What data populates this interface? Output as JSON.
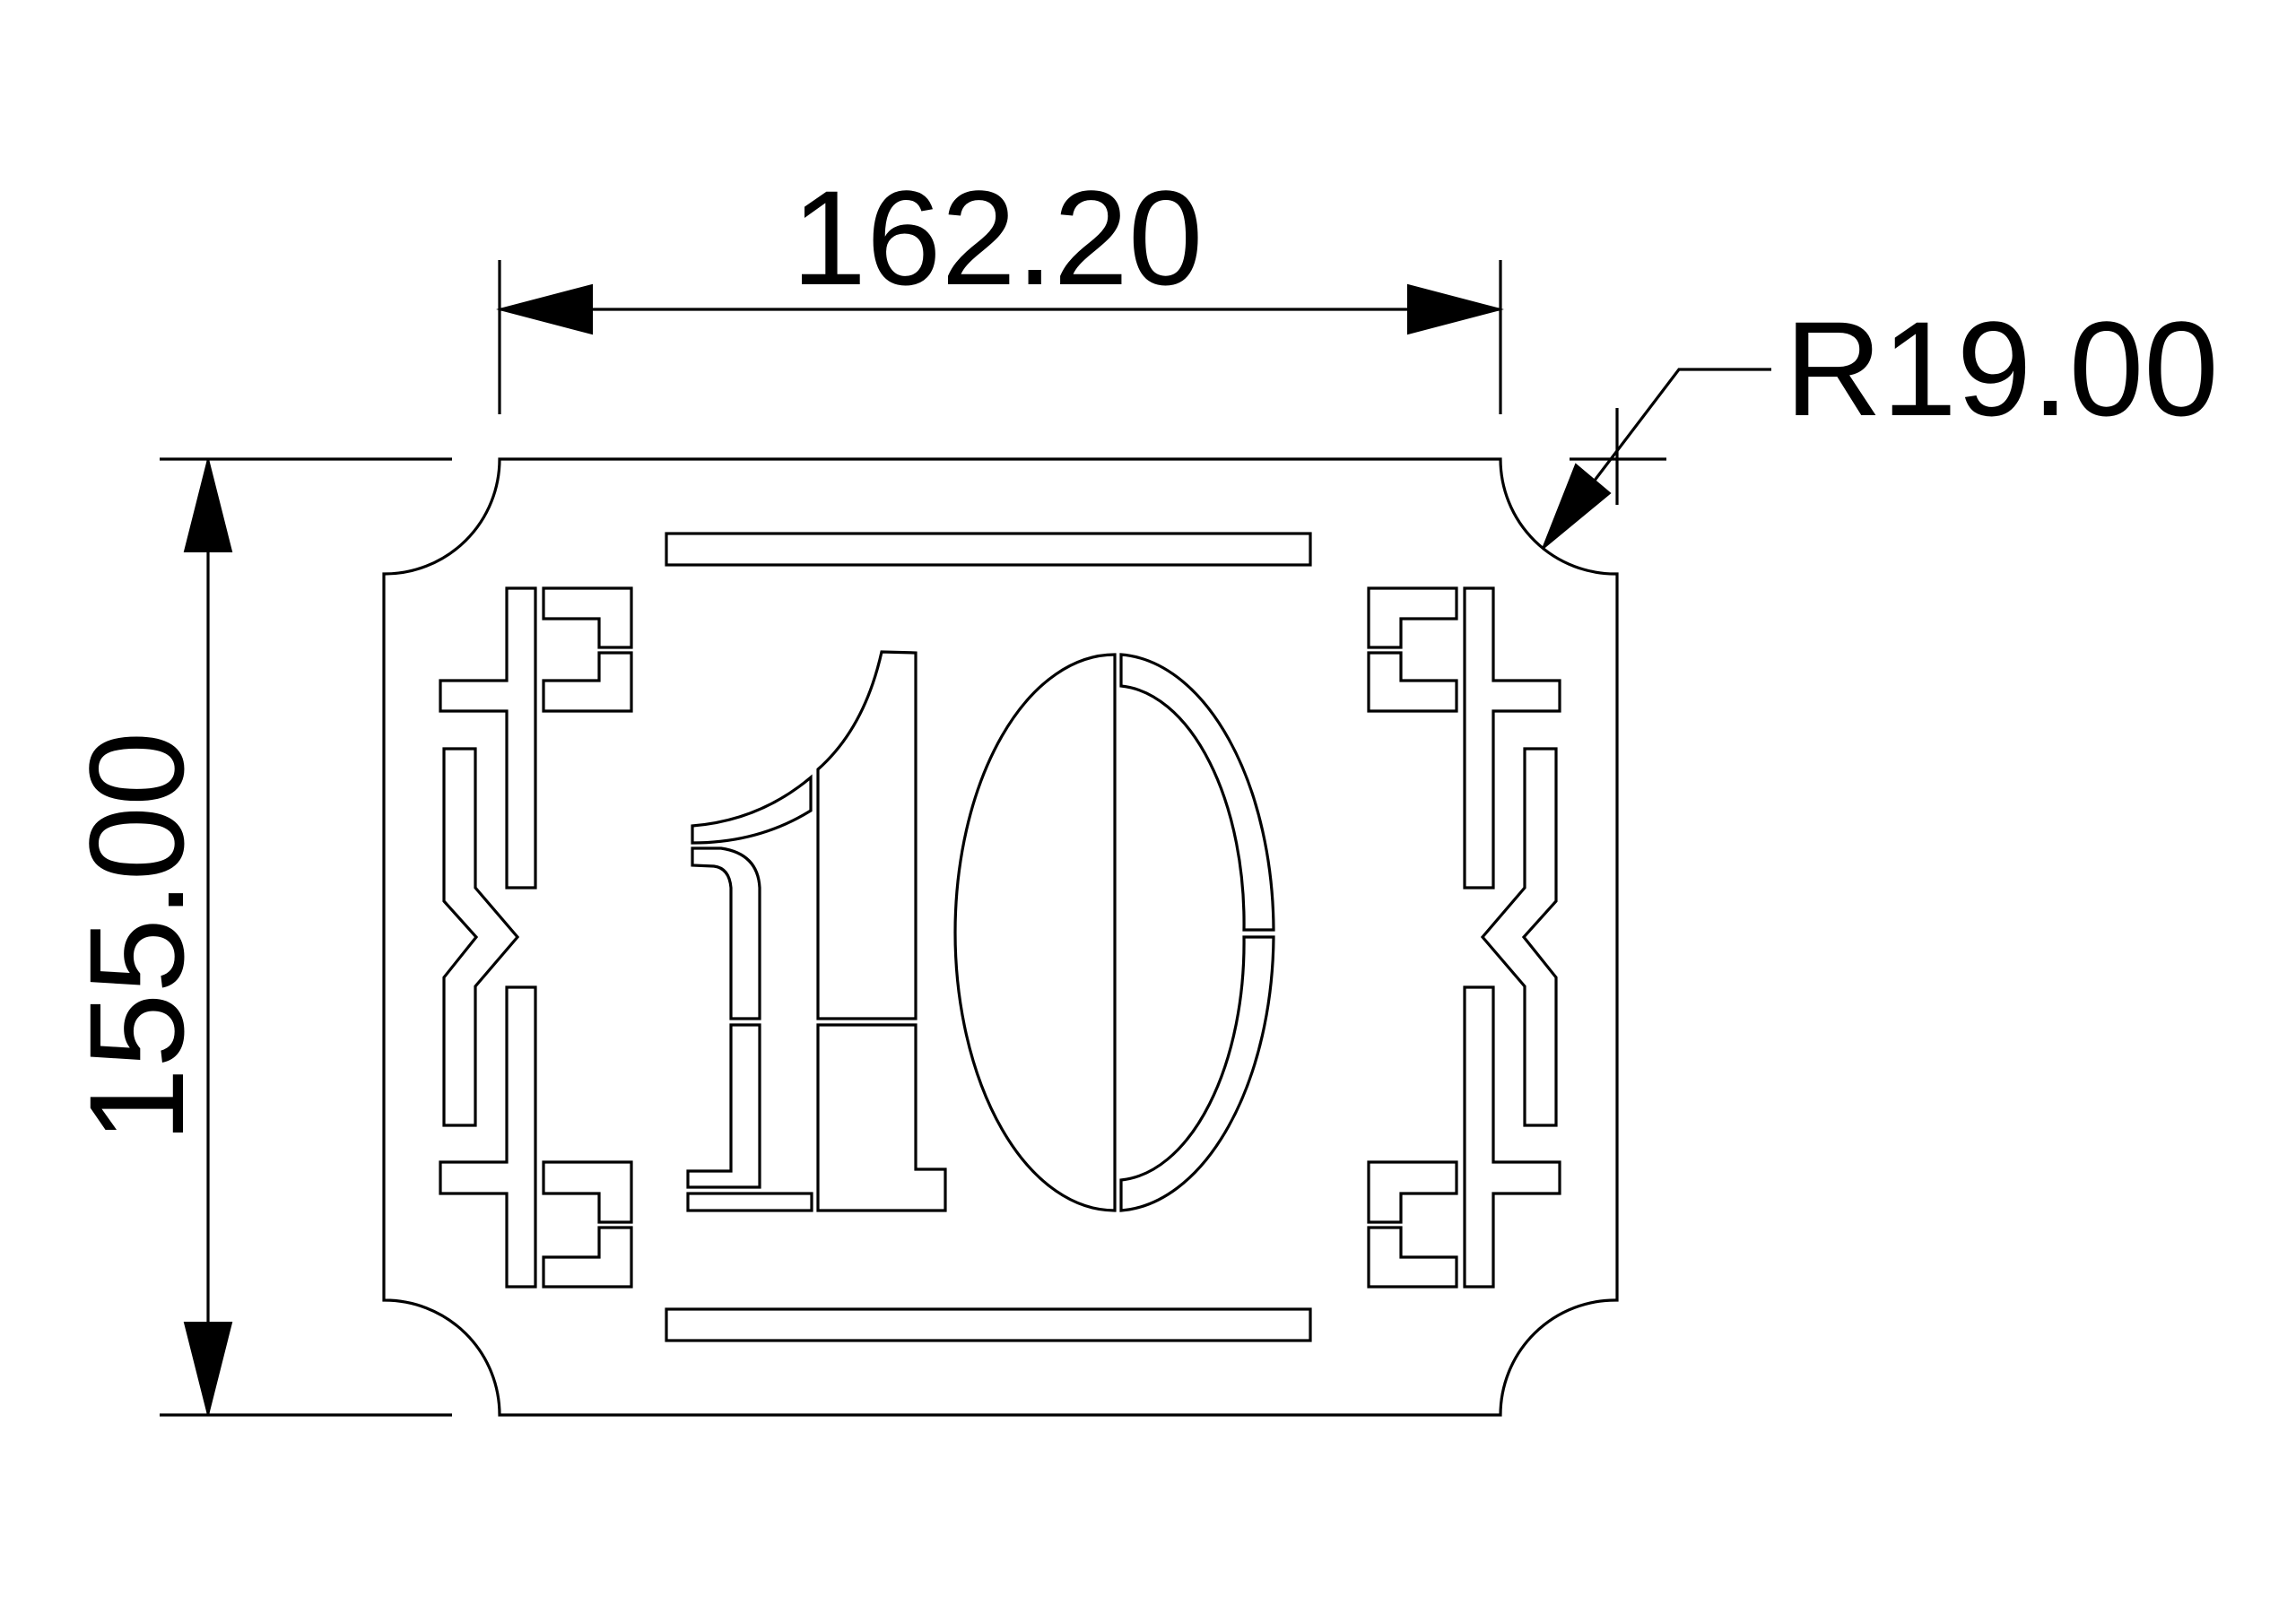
{
  "dimensions": {
    "width_label": "162.20",
    "height_label": "155.00",
    "radius_label": "R19.00"
  },
  "plate": {
    "number": "10"
  },
  "colors": {
    "line": "#000000",
    "background": "#ffffff"
  }
}
